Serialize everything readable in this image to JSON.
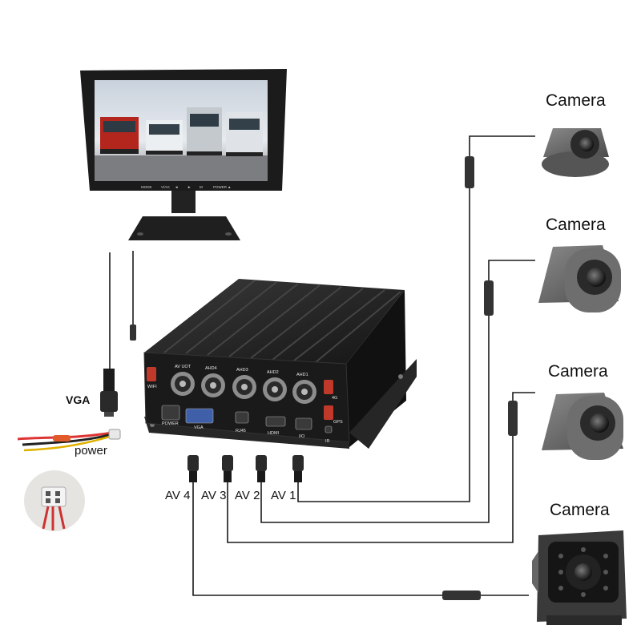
{
  "monitor": {
    "buttons": [
      "MODE",
      "V/AG",
      "◄",
      "►",
      "M",
      "POWER",
      "▲"
    ]
  },
  "dvr": {
    "top_ports": [
      "AV UOT",
      "AHD4",
      "AHD3",
      "AHD2",
      "AHD1"
    ],
    "wifi": "WIFI",
    "fourg": "4G",
    "gps": "GPS",
    "bottom_ports": [
      "POWER",
      "VGA",
      "RJ45",
      "HDMI",
      "I/O",
      "IR"
    ]
  },
  "labels": {
    "vga": "VGA",
    "power": "power"
  },
  "cameras": [
    {
      "label": "Camera",
      "type": "dome"
    },
    {
      "label": "Camera",
      "type": "side"
    },
    {
      "label": "Camera",
      "type": "side"
    },
    {
      "label": "Camera",
      "type": "rear"
    }
  ],
  "av_channels": [
    "AV 4",
    "AV 3",
    "AV 2",
    "AV 1"
  ],
  "colors": {
    "device_body": "#1f1f1f",
    "camera_body": "#6c6c6c",
    "antenna": "#c0392b",
    "wire": "#1a1a1a"
  }
}
